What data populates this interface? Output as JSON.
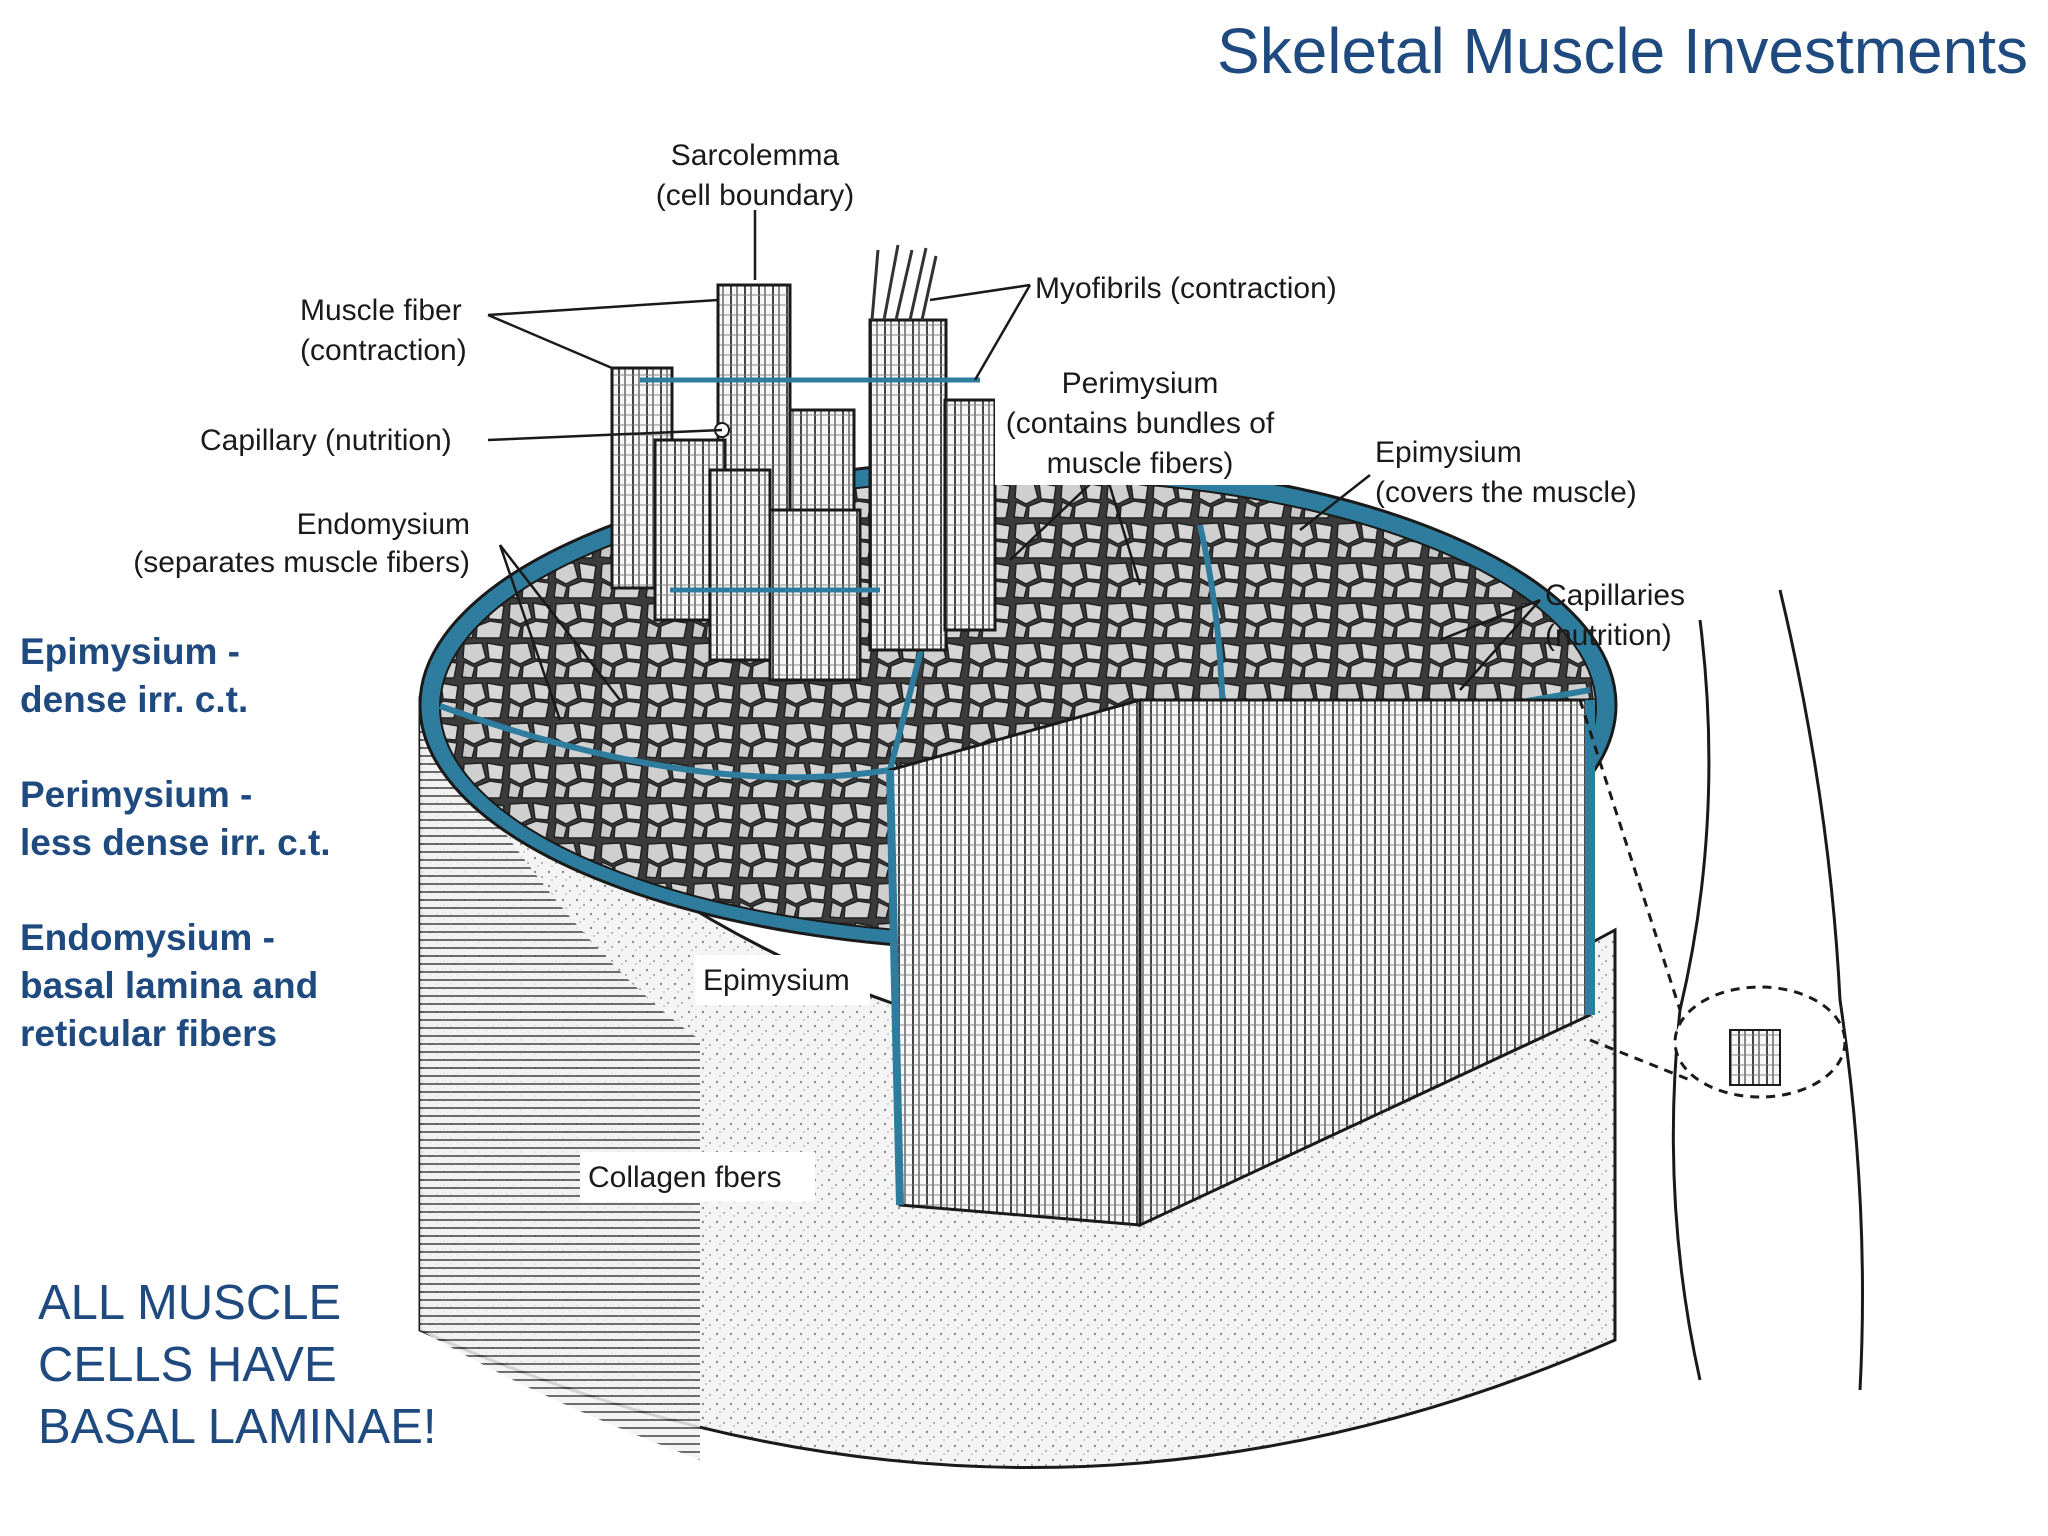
{
  "title": "Skeletal Muscle Investments",
  "notes": {
    "epimysium": [
      "Epimysium -",
      "dense irr. c.t."
    ],
    "perimysium": [
      "Perimysium -",
      "less dense irr. c.t."
    ],
    "endomysium": [
      "Endomysium -",
      "basal lamina and",
      "reticular fibers"
    ]
  },
  "emphasis": [
    "ALL MUSCLE",
    "CELLS HAVE",
    "BASAL LAMINAE!"
  ],
  "diagram_labels": {
    "sarcolemma": [
      "Sarcolemma",
      "(cell boundary)"
    ],
    "muscle_fiber": [
      "Muscle fiber",
      "(contraction)"
    ],
    "myofibrils": "Myofibrils (contraction)",
    "capillary": "Capillary (nutrition)",
    "perimysium": [
      "Perimysium",
      "(contains bundles of",
      "muscle fibers)"
    ],
    "epimysium_top": [
      "Epimysium",
      "(covers the muscle)"
    ],
    "endomysium": [
      "Endomysium",
      "(separates muscle fibers)"
    ],
    "capillaries": [
      "Capillaries",
      "(nutrition)"
    ],
    "epimysium_side": "Epimysium",
    "collagen": "Collagen fbers"
  },
  "colors": {
    "title_blue": "#1f4a7f",
    "connective_tissue_teal": "#2e7d9e",
    "line_black": "#1a1a1a"
  }
}
